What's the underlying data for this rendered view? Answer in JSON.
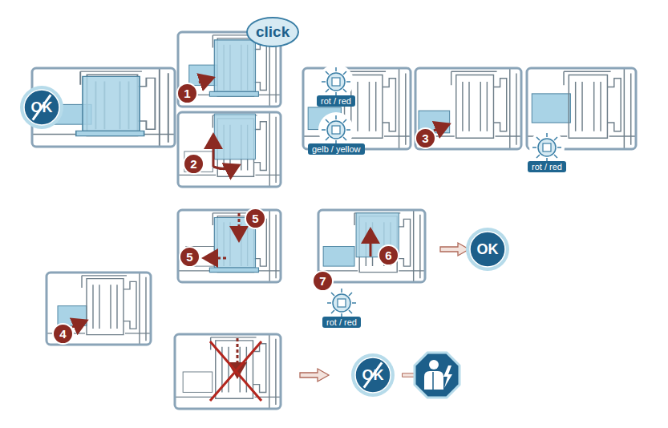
{
  "diagram": {
    "nodes": [
      {
        "text": [
          "OK"
        ]
      },
      {
        "text": [
          "OK"
        ]
      },
      {
        "text": [
          "OK"
        ]
      }
    ],
    "labels": [
      "click",
      "1",
      "2",
      "rot / red",
      "gelb / yellow",
      "3",
      "rot / red",
      "5",
      "5",
      "7",
      "6",
      "rot / red",
      "4"
    ]
  }
}
